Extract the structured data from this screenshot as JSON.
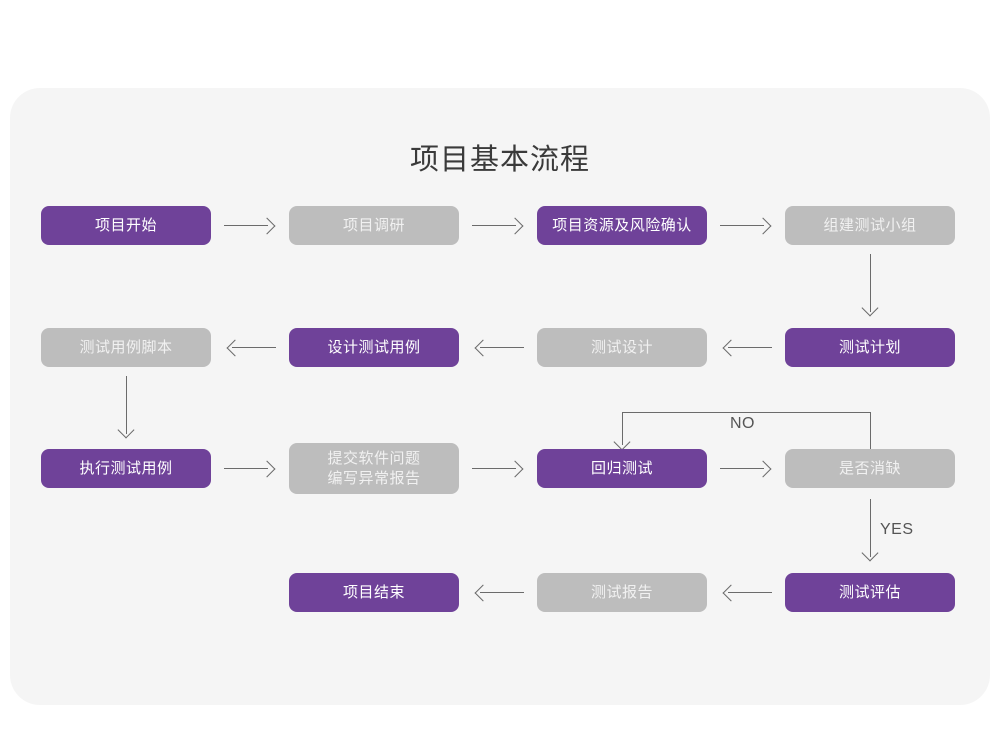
{
  "page": {
    "title": "项目基本流程",
    "colors": {
      "background": "#ffffff",
      "card": "#f5f5f5",
      "accent_purple": "#6f4299",
      "muted_gray": "#bdbdbd",
      "connector": "#6b6b6b",
      "title_text": "#3a3a3a"
    }
  },
  "chart_data": {
    "type": "diagram",
    "title": "项目基本流程",
    "nodes": [
      {
        "id": "n1",
        "label": "项目开始",
        "style": "purple",
        "row": 1,
        "col": 1
      },
      {
        "id": "n2",
        "label": "项目调研",
        "style": "gray",
        "row": 1,
        "col": 2
      },
      {
        "id": "n3",
        "label": "项目资源及风险确认",
        "style": "purple",
        "row": 1,
        "col": 3
      },
      {
        "id": "n4",
        "label": "组建测试小组",
        "style": "gray",
        "row": 1,
        "col": 4
      },
      {
        "id": "n5",
        "label": "测试用例脚本",
        "style": "gray",
        "row": 2,
        "col": 1
      },
      {
        "id": "n6",
        "label": "设计测试用例",
        "style": "purple",
        "row": 2,
        "col": 2
      },
      {
        "id": "n7",
        "label": "测试设计",
        "style": "gray",
        "row": 2,
        "col": 3
      },
      {
        "id": "n8",
        "label": "测试计划",
        "style": "purple",
        "row": 2,
        "col": 4
      },
      {
        "id": "n9",
        "label": "执行测试用例",
        "style": "purple",
        "row": 3,
        "col": 1
      },
      {
        "id": "n10",
        "label": "提交软件问题\n编写异常报告",
        "style": "gray",
        "row": 3,
        "col": 2
      },
      {
        "id": "n11",
        "label": "回归测试",
        "style": "purple",
        "row": 3,
        "col": 3
      },
      {
        "id": "n12",
        "label": "是否消缺",
        "style": "gray",
        "row": 3,
        "col": 4
      },
      {
        "id": "n13",
        "label": "项目结束",
        "style": "purple",
        "row": 4,
        "col": 2
      },
      {
        "id": "n14",
        "label": "测试报告",
        "style": "gray",
        "row": 4,
        "col": 3
      },
      {
        "id": "n15",
        "label": "测试评估",
        "style": "purple",
        "row": 4,
        "col": 4
      }
    ],
    "edges": [
      {
        "from": "n1",
        "to": "n2",
        "dir": "right",
        "label": ""
      },
      {
        "from": "n2",
        "to": "n3",
        "dir": "right",
        "label": ""
      },
      {
        "from": "n3",
        "to": "n4",
        "dir": "right",
        "label": ""
      },
      {
        "from": "n4",
        "to": "n8",
        "dir": "down",
        "label": ""
      },
      {
        "from": "n8",
        "to": "n7",
        "dir": "left",
        "label": ""
      },
      {
        "from": "n7",
        "to": "n6",
        "dir": "left",
        "label": ""
      },
      {
        "from": "n6",
        "to": "n5",
        "dir": "left",
        "label": ""
      },
      {
        "from": "n5",
        "to": "n9",
        "dir": "down",
        "label": ""
      },
      {
        "from": "n9",
        "to": "n10",
        "dir": "right",
        "label": ""
      },
      {
        "from": "n10",
        "to": "n11",
        "dir": "right",
        "label": ""
      },
      {
        "from": "n11",
        "to": "n12",
        "dir": "right",
        "label": ""
      },
      {
        "from": "n12",
        "to": "n11",
        "dir": "loop-up",
        "label": "NO"
      },
      {
        "from": "n12",
        "to": "n15",
        "dir": "down",
        "label": "YES"
      },
      {
        "from": "n15",
        "to": "n14",
        "dir": "left",
        "label": ""
      },
      {
        "from": "n14",
        "to": "n13",
        "dir": "left",
        "label": ""
      }
    ],
    "edge_labels": {
      "no": "NO",
      "yes": "YES"
    }
  },
  "nodes": {
    "n1": {
      "label": "项目开始"
    },
    "n2": {
      "label": "项目调研"
    },
    "n3": {
      "label": "项目资源及风险确认"
    },
    "n4": {
      "label": "组建测试小组"
    },
    "n5": {
      "label": "测试用例脚本"
    },
    "n6": {
      "label": "设计测试用例"
    },
    "n7": {
      "label": "测试设计"
    },
    "n8": {
      "label": "测试计划"
    },
    "n9": {
      "label": "执行测试用例"
    },
    "n10": {
      "label_line1": "提交软件问题",
      "label_line2": "编写异常报告"
    },
    "n11": {
      "label": "回归测试"
    },
    "n12": {
      "label": "是否消缺"
    },
    "n13": {
      "label": "项目结束"
    },
    "n14": {
      "label": "测试报告"
    },
    "n15": {
      "label": "测试评估"
    }
  },
  "labels": {
    "no": "NO",
    "yes": "YES"
  }
}
